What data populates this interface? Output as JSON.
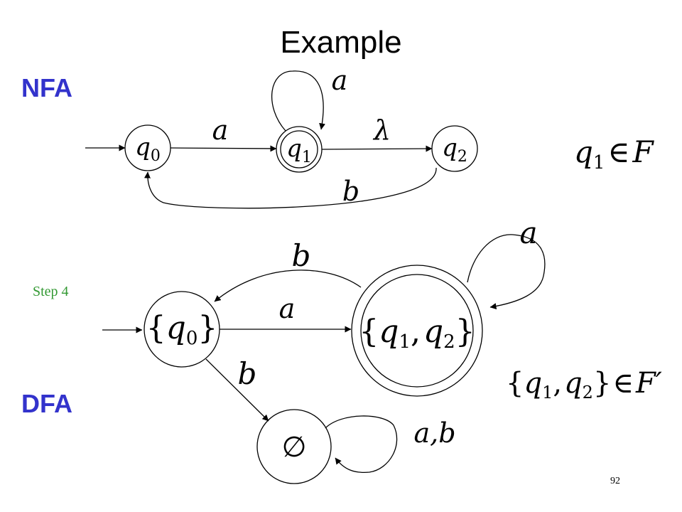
{
  "slide": {
    "title": "Example",
    "page_number": "92",
    "colors": {
      "heading": "#3333cc",
      "step": "#339933"
    }
  },
  "nfa": {
    "heading": "NFA",
    "states": [
      {
        "var": "q",
        "sub": "0",
        "initial": true,
        "final": false
      },
      {
        "var": "q",
        "sub": "1",
        "initial": false,
        "final": true
      },
      {
        "var": "q",
        "sub": "2",
        "initial": false,
        "final": false
      }
    ],
    "transitions": [
      {
        "from": "q0",
        "to": "q1",
        "label": "a"
      },
      {
        "from": "q1",
        "to": "q1",
        "label": "a"
      },
      {
        "from": "q1",
        "to": "q2",
        "label": "λ"
      },
      {
        "from": "q2",
        "to": "q0",
        "label": "b"
      }
    ],
    "final_condition": {
      "var": "q",
      "sub": "1",
      "rel": "∈",
      "set": "F"
    }
  },
  "dfa": {
    "heading": "DFA",
    "step_label": "Step 4",
    "states": [
      {
        "text_open": "{",
        "vars": [
          {
            "var": "q",
            "sub": "0"
          }
        ],
        "text_close": "}",
        "initial": true,
        "final": false
      },
      {
        "text_open": "{",
        "vars": [
          {
            "var": "q",
            "sub": "1"
          },
          {
            "var": "q",
            "sub": "2"
          }
        ],
        "separator": ",",
        "text_close": "}",
        "initial": false,
        "final": true
      },
      {
        "symbol": "∅",
        "initial": false,
        "final": false
      }
    ],
    "transitions": [
      {
        "from": "{q0}",
        "to": "{q1,q2}",
        "label": "a"
      },
      {
        "from": "{q1,q2}",
        "to": "{q1,q2}",
        "label": "a"
      },
      {
        "from": "{q1,q2}",
        "to": "{q0}",
        "label": "b"
      },
      {
        "from": "{q0}",
        "to": "∅",
        "label": "b"
      },
      {
        "from": "∅",
        "to": "∅",
        "label": "a,b"
      }
    ],
    "final_condition": {
      "open": "{",
      "var1": "q",
      "sub1": "1",
      "sep": ",",
      "var2": "q",
      "sub2": "2",
      "close": "}",
      "rel": "∈",
      "set": "F′"
    }
  }
}
